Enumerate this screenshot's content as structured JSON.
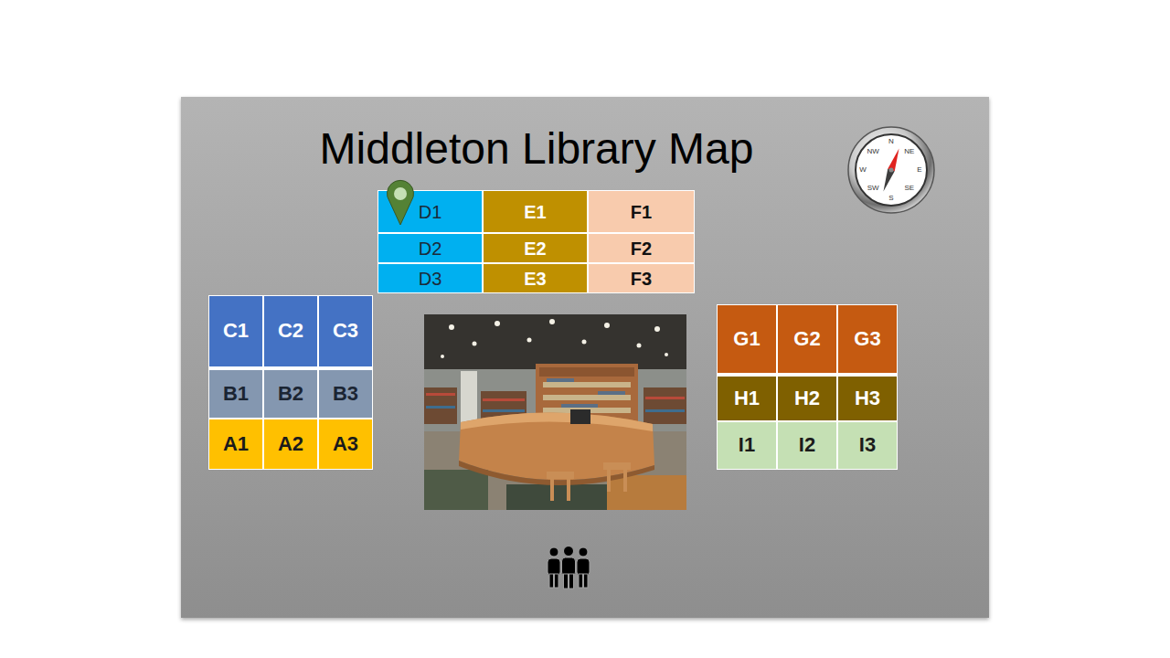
{
  "diagram": {
    "title": "Middleton Library Map",
    "nodes": [
      {
        "text": [
          "D1"
        ]
      },
      {
        "text": [
          "E1"
        ]
      },
      {
        "text": [
          "F1"
        ]
      },
      {
        "text": [
          "D2"
        ]
      },
      {
        "text": [
          "E2"
        ]
      },
      {
        "text": [
          "F2"
        ]
      },
      {
        "text": [
          "D3"
        ]
      },
      {
        "text": [
          "E3"
        ]
      },
      {
        "text": [
          "F3"
        ]
      },
      {
        "text": [
          "C1"
        ]
      },
      {
        "text": [
          "C2"
        ]
      },
      {
        "text": [
          "C3"
        ]
      },
      {
        "text": [
          "B1"
        ]
      },
      {
        "text": [
          "B2"
        ]
      },
      {
        "text": [
          "B3"
        ]
      },
      {
        "text": [
          "A1"
        ]
      },
      {
        "text": [
          "A2"
        ]
      },
      {
        "text": [
          "A3"
        ]
      },
      {
        "text": [
          "G1"
        ]
      },
      {
        "text": [
          "G2"
        ]
      },
      {
        "text": [
          "G3"
        ]
      },
      {
        "text": [
          "H1"
        ]
      },
      {
        "text": [
          "H2"
        ]
      },
      {
        "text": [
          "H3"
        ]
      },
      {
        "text": [
          "I1"
        ]
      },
      {
        "text": [
          "I2"
        ]
      },
      {
        "text": [
          "I3"
        ]
      }
    ],
    "labels": [
      "N",
      "NE",
      "E",
      "SE",
      "S",
      "SW",
      "W",
      "NW"
    ]
  }
}
